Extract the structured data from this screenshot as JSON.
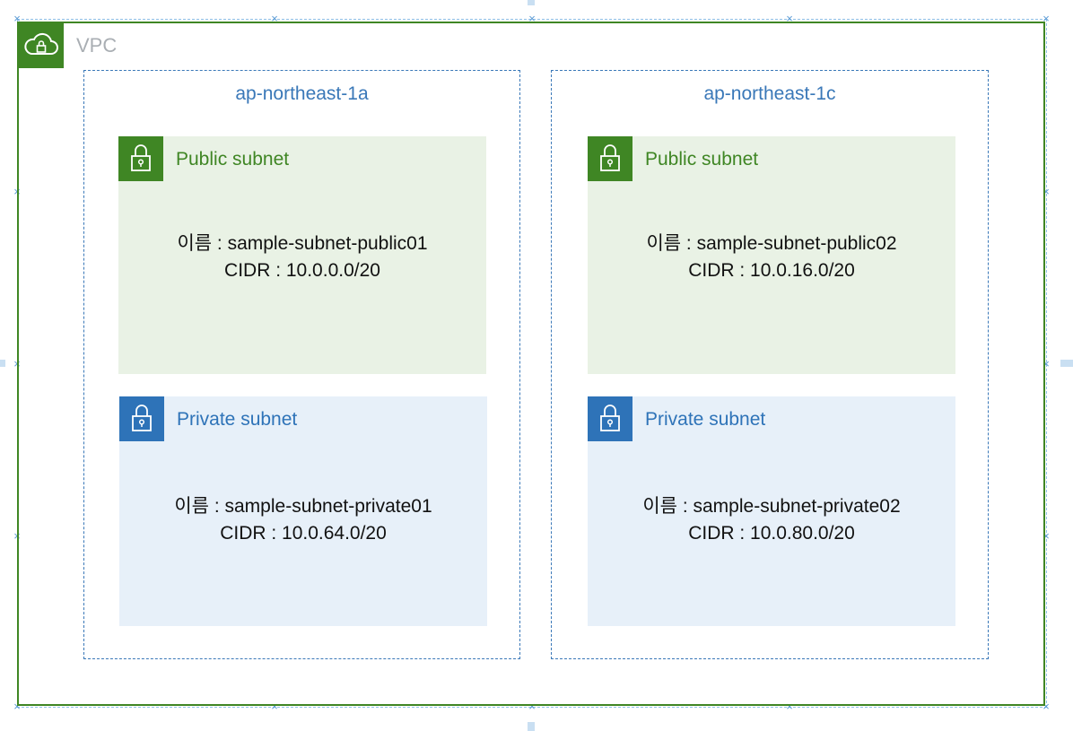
{
  "vpc": {
    "label": "VPC",
    "icon": "vpc-cloud-lock-icon",
    "color": "#3f8624"
  },
  "zones": [
    {
      "label": "ap-northeast-1a",
      "public_subnet": {
        "title": "Public subnet",
        "icon": "lock-icon",
        "name_line": "이름 : sample-subnet-public01",
        "cidr_line": "CIDR : 10.0.0.0/20"
      },
      "private_subnet": {
        "title": "Private subnet",
        "icon": "lock-icon",
        "name_line": "이름 : sample-subnet-private01",
        "cidr_line": "CIDR : 10.0.64.0/20"
      }
    },
    {
      "label": "ap-northeast-1c",
      "public_subnet": {
        "title": "Public subnet",
        "icon": "lock-icon",
        "name_line": "이름 : sample-subnet-public02",
        "cidr_line": "CIDR : 10.0.16.0/20"
      },
      "private_subnet": {
        "title": "Private subnet",
        "icon": "lock-icon",
        "name_line": "이름 : sample-subnet-private02",
        "cidr_line": "CIDR : 10.0.80.0/20"
      }
    }
  ],
  "colors": {
    "public_accent": "#3f8624",
    "private_accent": "#2e73b8",
    "az_border": "#3a78b8",
    "public_fill": "#e9f2e5",
    "private_fill": "#e7f0f9"
  }
}
